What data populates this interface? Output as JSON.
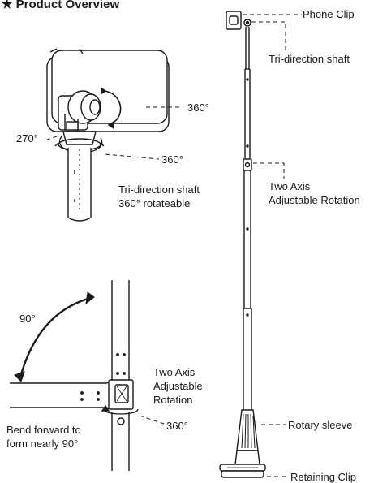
{
  "title": "★ Product Overview",
  "labels": {
    "phone_clip": "Phone Clip",
    "tri_shaft_right": "Tri-direction shaft",
    "tri_shaft_left_1": "Tri-direction shaft",
    "tri_shaft_left_2": "360° rotateable",
    "two_axis_right_1": "Two Axis",
    "two_axis_right_2": "Adjustable Rotation",
    "deg_360_clip": "360°",
    "deg_270": "270°",
    "deg_360_base": "360°",
    "deg_90": "90°",
    "two_axis_left_1": "Two Axis",
    "two_axis_left_2": "Adjustable",
    "two_axis_left_3": "Rotation",
    "bend_1": "Bend forward to",
    "bend_2": "form nearly 90°",
    "deg_360_hinge": "360°",
    "rotary_sleeve": "Rotary sleeve",
    "retaining_clip": "Retaining Clip"
  }
}
